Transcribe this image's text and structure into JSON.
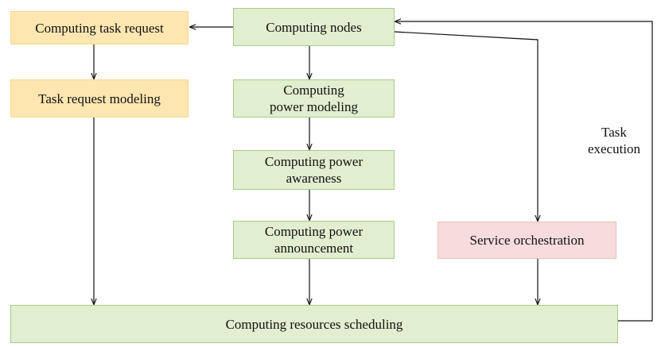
{
  "diagram": {
    "boxes": {
      "task_request": "Computing task request",
      "task_model": "Task request modeling",
      "nodes": "Computing nodes",
      "power_model": "Computing\npower modeling",
      "power_aware": "Computing power\nawareness",
      "power_announce": "Computing power\nannouncement",
      "orchestration": "Service orchestration",
      "scheduling": "Computing resources scheduling"
    },
    "edge_labels": {
      "task_execution": "Task\nexecution"
    },
    "colors": {
      "green_fill": "#e1eecf",
      "yellow_fill": "#fde6b0",
      "pink_fill": "#f6dcdc",
      "arrow": "#111111"
    }
  }
}
